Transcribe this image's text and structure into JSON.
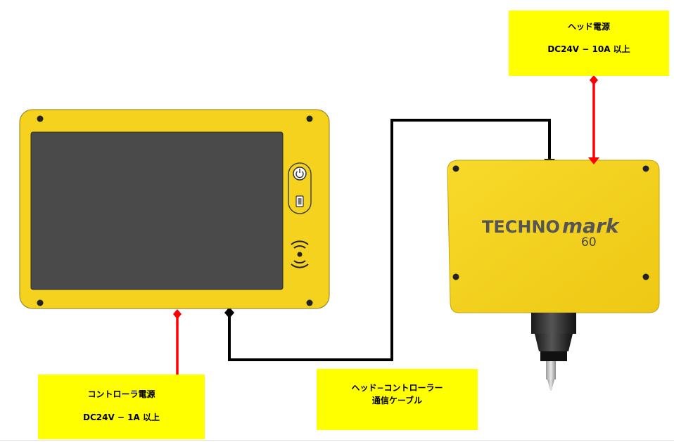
{
  "head_power": {
    "line1": "ヘッド電源",
    "line2": "DC24V − 10A 以上"
  },
  "controller_power": {
    "line1": "コントローラ電源",
    "line2": "DC24V − 1A 以上"
  },
  "cable": {
    "line1": "ヘッド−コントローラー",
    "line2": "通信ケーブル"
  },
  "marking_head": {
    "brand_prefix": "TECHNO",
    "brand_suffix": "mark",
    "model": "60"
  },
  "colors": {
    "device_yellow": "#f5d21e",
    "label_yellow": "#ffff00",
    "power_arrow": "#ff0000",
    "cable": "#000000",
    "screen": "#4a4a4a"
  }
}
